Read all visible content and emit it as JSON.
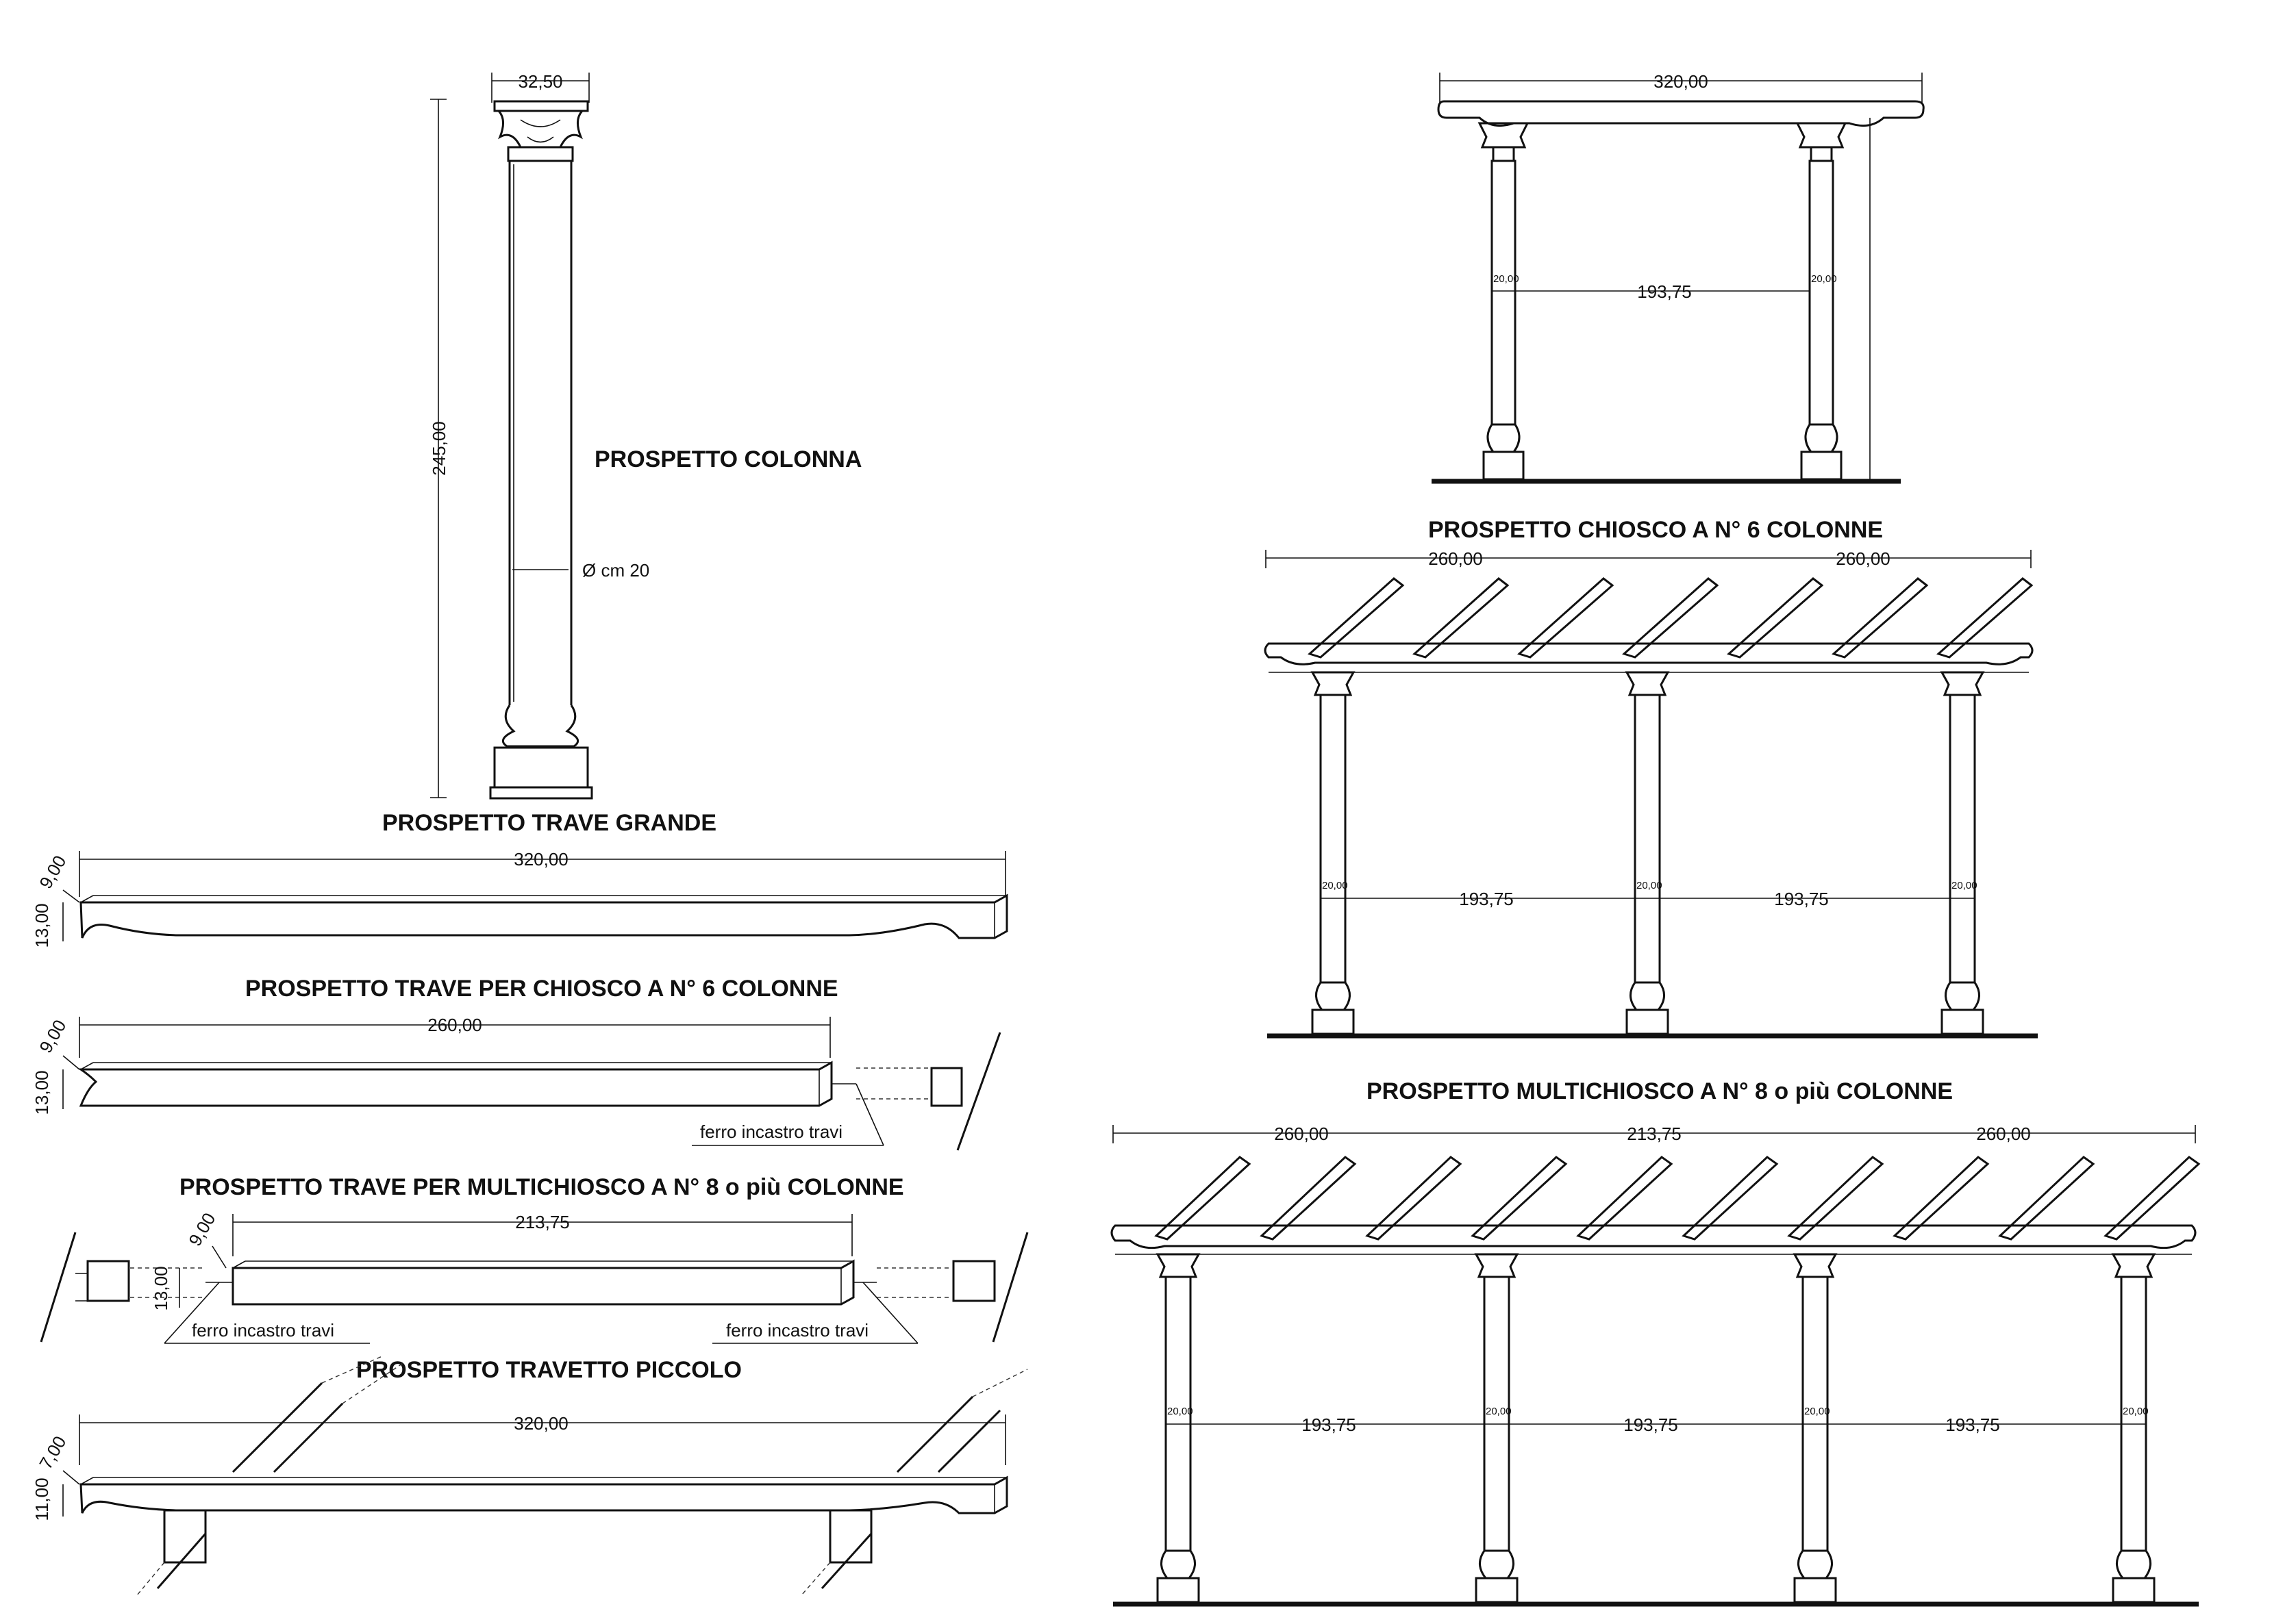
{
  "titles": {
    "colonna": "PROSPETTO COLONNA",
    "trave_grande": "PROSPETTO TRAVE GRANDE",
    "trave_chiosco6": "PROSPETTO TRAVE PER CHIOSCO A N° 6 COLONNE",
    "trave_multi": "PROSPETTO TRAVE PER MULTICHIOSCO A N° 8 o più COLONNE",
    "travetto": "PROSPETTO TRAVETTO PICCOLO",
    "chiosco6": "PROSPETTO CHIOSCO A N° 6 COLONNE",
    "multichiosco": "PROSPETTO MULTICHIOSCO A N° 8 o più COLONNE"
  },
  "colonna": {
    "width": "32,50",
    "height": "245,00",
    "diameter": "Ø cm 20"
  },
  "trave_grande": {
    "length": "320,00",
    "h1": "9,00",
    "h2": "13,00"
  },
  "trave_chiosco6": {
    "length": "260,00",
    "h1": "9,00",
    "h2": "13,00",
    "note": "ferro incastro travi"
  },
  "trave_multi": {
    "length": "213,75",
    "h1": "9,00",
    "h2": "13,00",
    "note_left": "ferro incastro travi",
    "note_right": "ferro incastro travi"
  },
  "travetto": {
    "length": "320,00",
    "h1": "7,00",
    "h2": "11,00"
  },
  "top_view": {
    "width": "320,00",
    "span": "193,75",
    "col": "20,00"
  },
  "chiosco6": {
    "width_left": "260,00",
    "width_right": "260,00",
    "span": "193,75",
    "col": "20,00"
  },
  "multichiosco": {
    "width_left": "260,00",
    "width_mid": "213,75",
    "width_right": "260,00",
    "span": "193,75",
    "col": "20,00"
  }
}
